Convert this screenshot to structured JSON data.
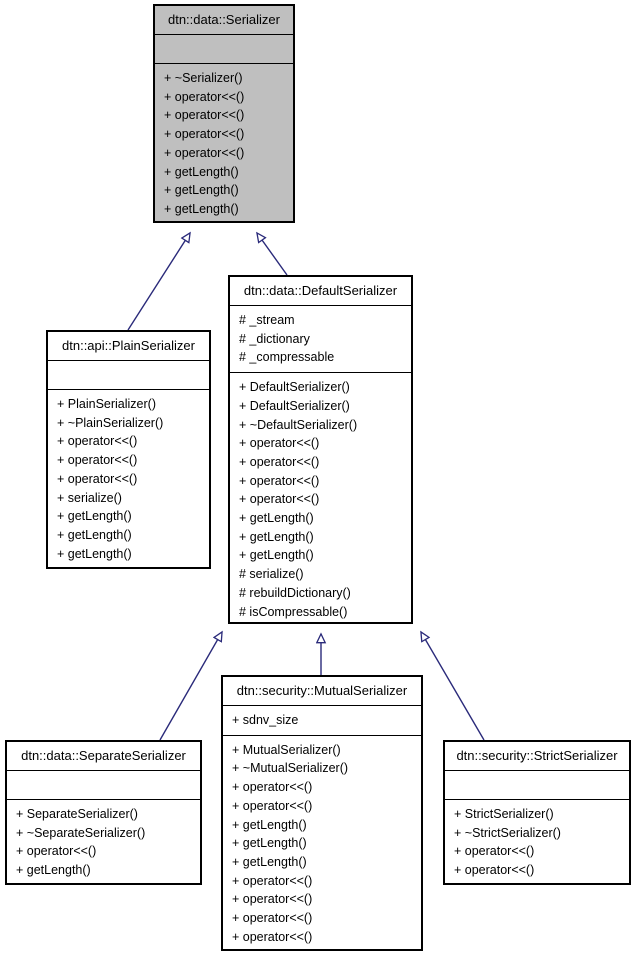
{
  "diagram": {
    "type": "uml-class-inheritance",
    "title": "dtn::data::Serializer inheritance diagram",
    "colors": {
      "root_fill": "#bfbfbf",
      "class_fill": "#ffffff",
      "border": "#000000",
      "edge": "#2a2a7a",
      "background": "#ffffff"
    }
  },
  "classes": {
    "serializer": {
      "name": "dtn::data::Serializer",
      "attributes": [],
      "methods": [
        "+ ~Serializer()",
        "+ operator<<()",
        "+ operator<<()",
        "+ operator<<()",
        "+ operator<<()",
        "+ getLength()",
        "+ getLength()",
        "+ getLength()"
      ]
    },
    "plain_serializer": {
      "name": "dtn::api::PlainSerializer",
      "attributes": [],
      "methods": [
        "+ PlainSerializer()",
        "+ ~PlainSerializer()",
        "+ operator<<()",
        "+ operator<<()",
        "+ operator<<()",
        "+ serialize()",
        "+ getLength()",
        "+ getLength()",
        "+ getLength()"
      ]
    },
    "default_serializer": {
      "name": "dtn::data::DefaultSerializer",
      "attributes": [
        "# _stream",
        "# _dictionary",
        "# _compressable"
      ],
      "methods": [
        "+ DefaultSerializer()",
        "+ DefaultSerializer()",
        "+ ~DefaultSerializer()",
        "+ operator<<()",
        "+ operator<<()",
        "+ operator<<()",
        "+ operator<<()",
        "+ getLength()",
        "+ getLength()",
        "+ getLength()",
        "# serialize()",
        "# rebuildDictionary()",
        "# isCompressable()"
      ]
    },
    "separate_serializer": {
      "name": "dtn::data::SeparateSerializer",
      "attributes": [],
      "methods": [
        "+ SeparateSerializer()",
        "+ ~SeparateSerializer()",
        "+ operator<<()",
        "+ getLength()"
      ]
    },
    "mutual_serializer": {
      "name": "dtn::security::MutualSerializer",
      "attributes": [
        "+ sdnv_size"
      ],
      "methods": [
        "+ MutualSerializer()",
        "+ ~MutualSerializer()",
        "+ operator<<()",
        "+ operator<<()",
        "+ getLength()",
        "+ getLength()",
        "+ getLength()",
        "+ operator<<()",
        "+ operator<<()",
        "+ operator<<()",
        "+ operator<<()"
      ]
    },
    "strict_serializer": {
      "name": "dtn::security::StrictSerializer",
      "attributes": [],
      "methods": [
        "+ StrictSerializer()",
        "+ ~StrictSerializer()",
        "+ operator<<()",
        "+ operator<<()"
      ]
    }
  },
  "relations": [
    {
      "from": "dtn::api::PlainSerializer",
      "to": "dtn::data::Serializer",
      "kind": "inheritance"
    },
    {
      "from": "dtn::data::DefaultSerializer",
      "to": "dtn::data::Serializer",
      "kind": "inheritance"
    },
    {
      "from": "dtn::data::SeparateSerializer",
      "to": "dtn::data::DefaultSerializer",
      "kind": "inheritance"
    },
    {
      "from": "dtn::security::MutualSerializer",
      "to": "dtn::data::DefaultSerializer",
      "kind": "inheritance"
    },
    {
      "from": "dtn::security::StrictSerializer",
      "to": "dtn::data::DefaultSerializer",
      "kind": "inheritance"
    }
  ]
}
